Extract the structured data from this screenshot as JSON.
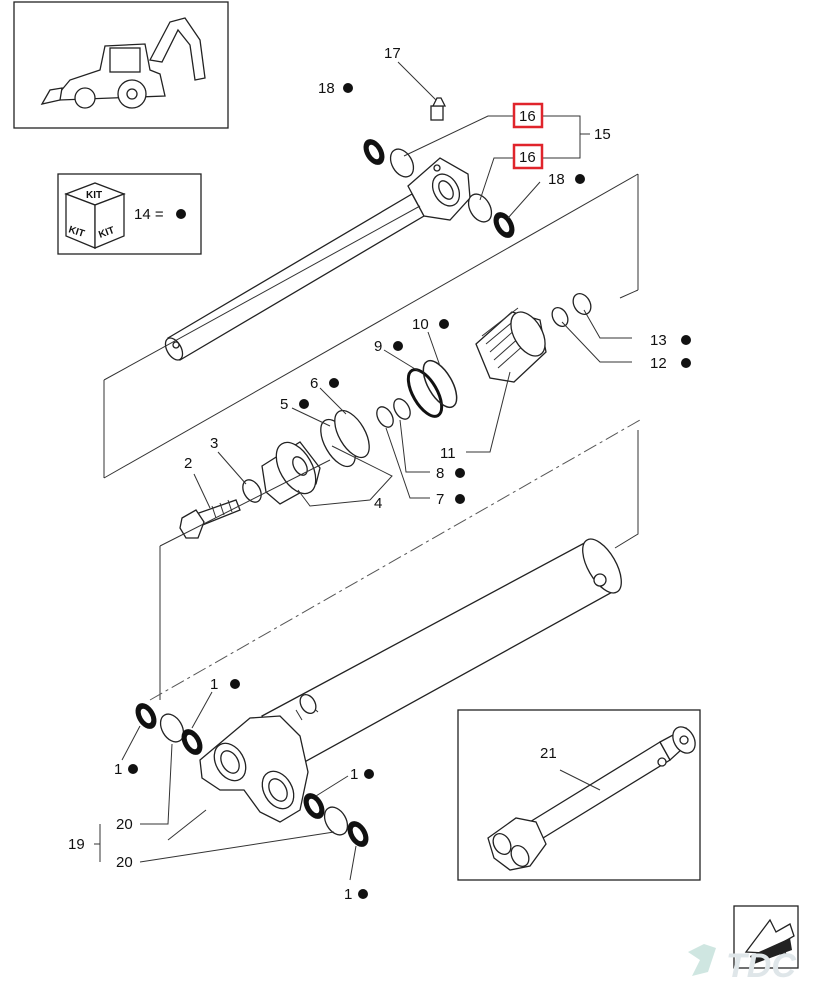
{
  "callouts": {
    "c1a": "1",
    "c1b": "1",
    "c1c": "1",
    "c1d": "1",
    "c2": "2",
    "c3": "3",
    "c4": "4",
    "c5": "5",
    "c6": "6",
    "c7": "7",
    "c8": "8",
    "c9": "9",
    "c10": "10",
    "c11": "11",
    "c12": "12",
    "c13": "13",
    "c14": "14 =",
    "c15": "15",
    "c16a": "16",
    "c16b": "16",
    "c17": "17",
    "c18a": "18",
    "c18b": "18",
    "c19": "19",
    "c20a": "20",
    "c20b": "20",
    "c21": "21"
  },
  "kit_box": {
    "top": "KIT",
    "left": "KIT",
    "right": "KIT"
  },
  "watermark": "TDC",
  "colors": {
    "highlight": "#e0242b",
    "ink": "#222222",
    "watermark": "#dfe6e9"
  }
}
